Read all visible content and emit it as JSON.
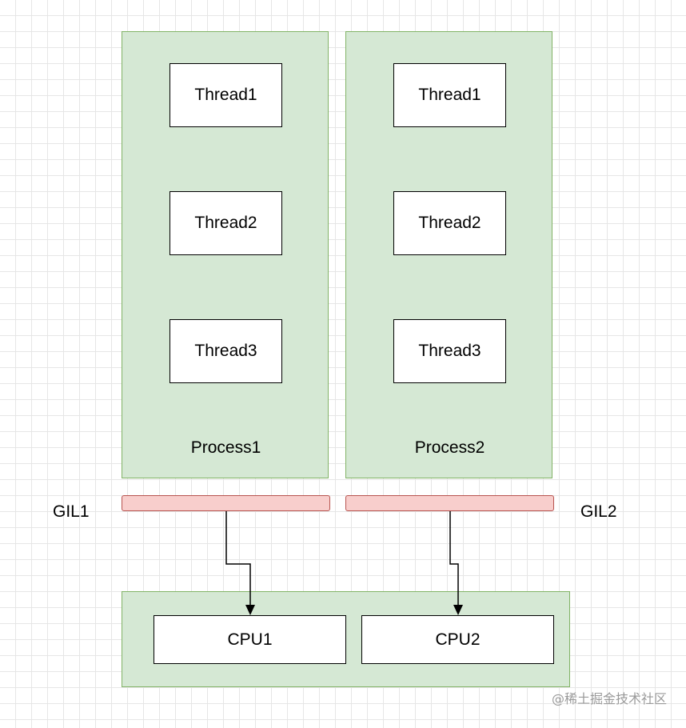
{
  "processes": [
    {
      "label": "Process1",
      "threads": [
        "Thread1",
        "Thread2",
        "Thread3"
      ]
    },
    {
      "label": "Process2",
      "threads": [
        "Thread1",
        "Thread2",
        "Thread3"
      ]
    }
  ],
  "gils": [
    "GIL1",
    "GIL2"
  ],
  "cpus": [
    "CPU1",
    "CPU2"
  ],
  "watermark": "@稀土掘金技术社区",
  "colors": {
    "container_fill": "#d5e8d4",
    "container_border": "#82b366",
    "gil_fill": "#f8cecc",
    "gil_border": "#b85450",
    "grid": "#e6e6e6"
  }
}
